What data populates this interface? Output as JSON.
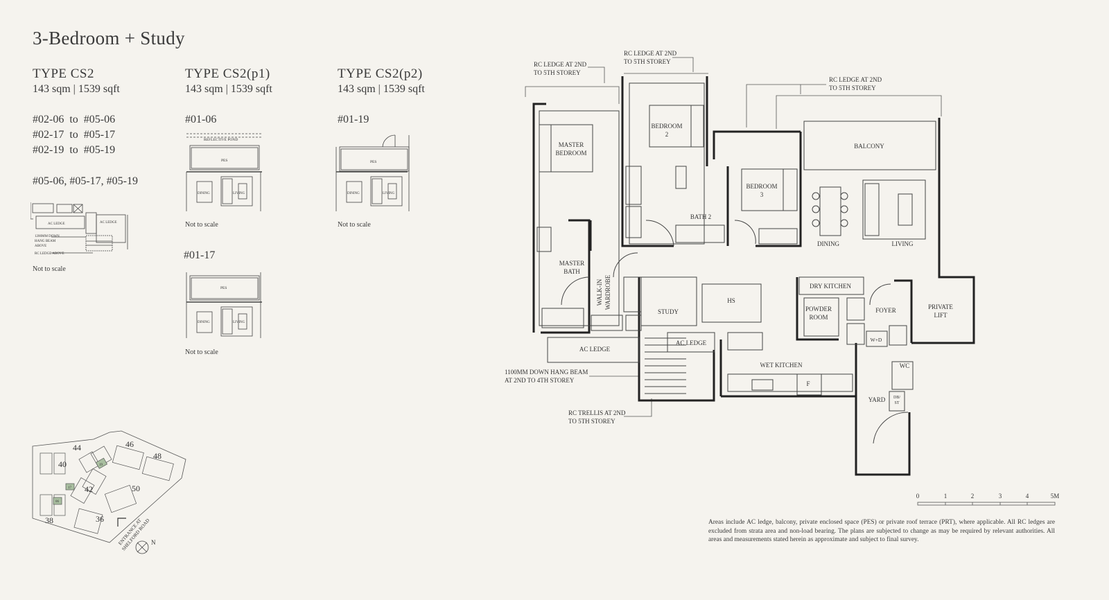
{
  "title": "3-Bedroom + Study",
  "types": [
    {
      "name": "TYPE CS2",
      "area": "143 sqm | 1539 sqft",
      "units": [
        "#02-06  to  #05-06",
        "#02-17  to  #05-17",
        "#02-19  to  #05-19"
      ],
      "extra_units": "#05-06, #05-17, #05-19",
      "note": "Not to scale",
      "inset_labels": [
        "AC LEDGE",
        "AC LEDGE",
        "1200MM DOWN",
        "HANG BEAM",
        "ABOVE",
        "RC LEDGE ABOVE"
      ]
    },
    {
      "name": "TYPE CS2(p1)",
      "area": "143 sqm | 1539 sqft",
      "units_a": "#01-06",
      "note_a": "Not to scale",
      "units_b": "#01-17",
      "note_b": "Not to scale",
      "inset_labels": [
        "REFLECTIVE POND",
        "PES",
        "DINING",
        "LIVING"
      ]
    },
    {
      "name": "TYPE CS2(p2)",
      "area": "143 sqm | 1539 sqft",
      "units": "#01-19",
      "note": "Not to scale",
      "inset_labels": [
        "PES",
        "DINING",
        "LIVING"
      ]
    }
  ],
  "plan": {
    "rc_ledge_1": [
      "RC LEDGE AT 2ND",
      "TO 5TH STOREY"
    ],
    "rc_ledge_2": [
      "RC LEDGE AT 2ND",
      "TO 5TH STOREY"
    ],
    "rc_ledge_3": [
      "RC LEDGE AT 2ND",
      "TO 5TH STOREY"
    ],
    "master_bedroom": [
      "MASTER",
      "BEDROOM"
    ],
    "bedroom2": [
      "BEDROOM",
      "2"
    ],
    "bedroom3": [
      "BEDROOM",
      "3"
    ],
    "balcony": "BALCONY",
    "bath2": "BATH 2",
    "dining": "DINING",
    "living": "LIVING",
    "master_bath": [
      "MASTER",
      "BATH"
    ],
    "walk_in_wardrobe": [
      "WALK-IN",
      "WARDROBE"
    ],
    "study": "STUDY",
    "hs": "HS",
    "dry_kitchen": "DRY KITCHEN",
    "powder_room": [
      "POWDER",
      "ROOM"
    ],
    "foyer": "FOYER",
    "private_lift": [
      "PRIVATE",
      "LIFT"
    ],
    "wd": "W+D",
    "wc": "WC",
    "ac_ledge_1": "AC LEDGE",
    "ac_ledge_2": "AC LEDGE",
    "wet_kitchen": "WET KITCHEN",
    "fridge": "F",
    "yard": "YARD",
    "dbst": [
      "DB/",
      "ST"
    ],
    "hang_beam": [
      "1100MM DOWN HANG BEAM",
      "AT 2ND TO 4TH STOREY"
    ],
    "rc_trellis": [
      "RC TRELLIS AT 2ND",
      "TO 5TH STOREY"
    ]
  },
  "scale": {
    "ticks": [
      "0",
      "1",
      "2",
      "3",
      "4",
      "5M"
    ]
  },
  "site_plan": {
    "blocks": [
      "44",
      "46",
      "48",
      "40",
      "42",
      "50",
      "38",
      "36"
    ],
    "highlighted_units": [
      "19",
      "17",
      "06"
    ],
    "entrance": [
      "ENTRANCE AT",
      "SHELFORD ROAD"
    ],
    "north": "N",
    "highlight_color": "#a9bfa0"
  },
  "disclaimer": "Areas include AC ledge, balcony, private enclosed space (PES) or private roof terrace (PRT), where applicable. All RC ledges are excluded from strata area and non-load bearing. The plans are subjected to change as may be required by relevant authorities. All areas and measurements stated herein as approximate and subject to final survey."
}
